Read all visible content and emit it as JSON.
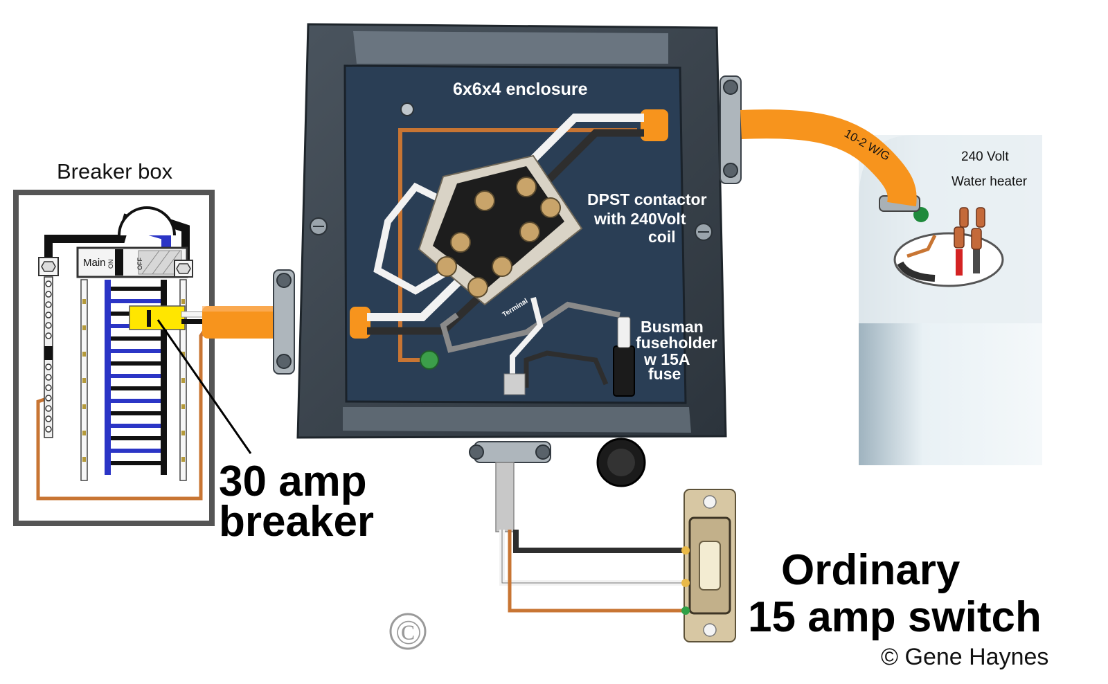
{
  "labels": {
    "breaker_box": "Breaker box",
    "main": "Main",
    "on": "ON",
    "off": "OFF",
    "enclosure": "6x6x4 enclosure",
    "contactor_line1": "DPST contactor",
    "contactor_line2": "with 240Volt",
    "contactor_line3": "coil",
    "terminal": "Terminal",
    "fuse_line1": "Busman",
    "fuse_line2": "fuseholder",
    "fuse_line3": "w 15A",
    "fuse_line4": "fuse",
    "cable": "10-2 W/G",
    "heater_line1": "240 Volt",
    "heater_line2": "Water heater",
    "breaker_line1": "30 amp",
    "breaker_line2": "breaker",
    "switch_line1": "Ordinary",
    "switch_line2": "15 amp switch",
    "copyright_symbol": "©",
    "credit": "© Gene Haynes"
  },
  "colors": {
    "cable_orange": "#f7941d",
    "enclosure": "#3d4650",
    "bus_blue": "#2b35c6",
    "breaker_yellow": "#ffe600",
    "copper": "#c87533",
    "heater": "#d8e6ec"
  }
}
